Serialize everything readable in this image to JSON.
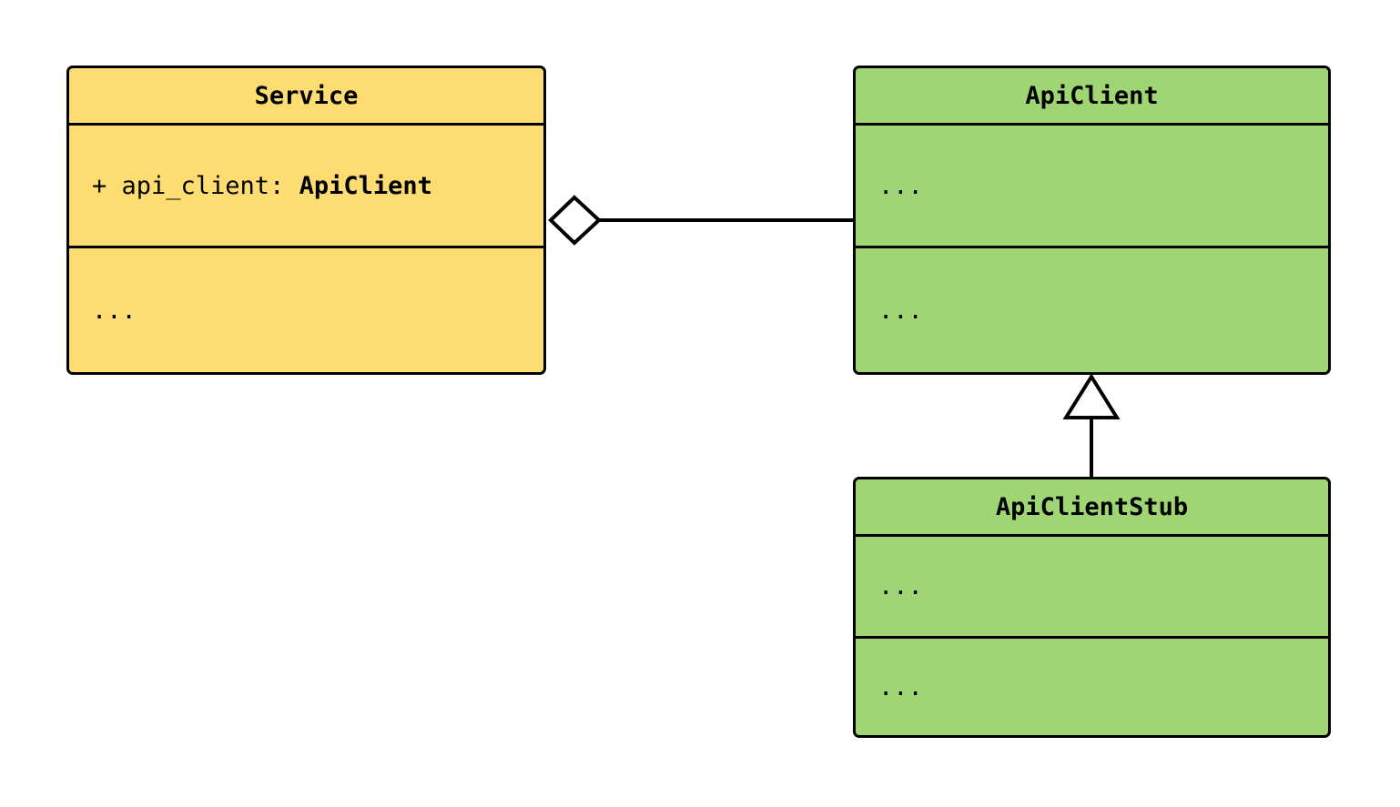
{
  "diagram": {
    "kind": "uml-class-diagram",
    "background_color": "#ffffff",
    "line_color": "#000000",
    "classes": [
      {
        "id": "service",
        "name": "Service",
        "fill_color": "#fddc72",
        "attributes": [
          {
            "visibility": "+",
            "prefix": "+ api_client: ",
            "type": "ApiClient",
            "full_text": "+ api_client: ApiClient"
          }
        ],
        "methods": [
          {
            "full_text": "..."
          }
        ]
      },
      {
        "id": "apiclient",
        "name": "ApiClient",
        "fill_color": "#9fd673",
        "attributes": [
          {
            "full_text": "..."
          }
        ],
        "methods": [
          {
            "full_text": "..."
          }
        ]
      },
      {
        "id": "apiclientstub",
        "name": "ApiClientStub",
        "fill_color": "#9fd673",
        "attributes": [
          {
            "full_text": "..."
          }
        ],
        "methods": [
          {
            "full_text": "..."
          }
        ]
      }
    ],
    "relationships": [
      {
        "id": "service-aggregates-apiclient",
        "type": "aggregation",
        "source": "Service",
        "target": "ApiClient",
        "marker": "hollow-diamond",
        "marker_side": "source",
        "label": ""
      },
      {
        "id": "apiclientstub-inherits-apiclient",
        "type": "generalization",
        "source": "ApiClientStub",
        "target": "ApiClient",
        "marker": "hollow-triangle",
        "marker_side": "target",
        "label": ""
      }
    ]
  }
}
